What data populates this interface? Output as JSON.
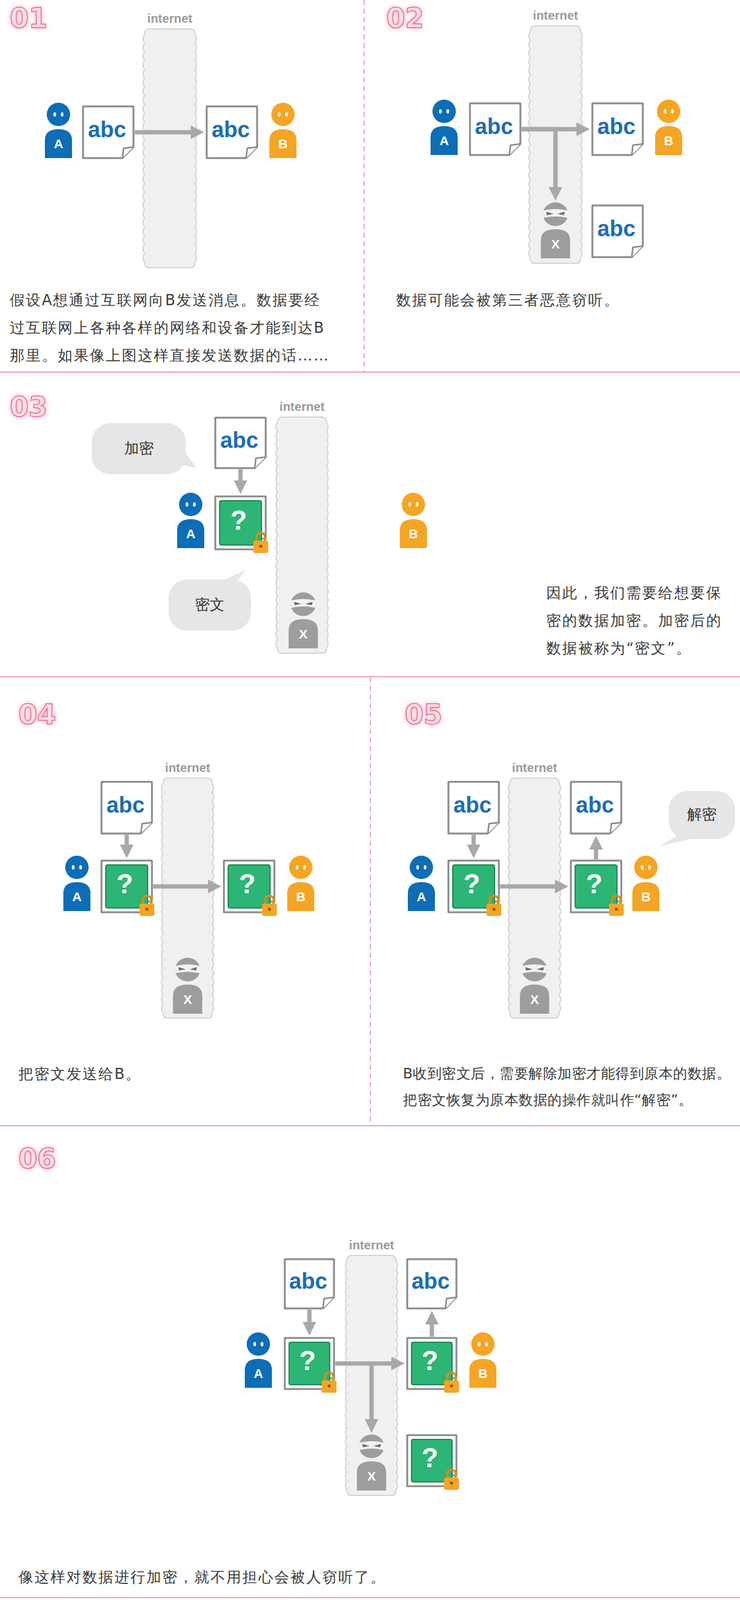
{
  "diagram": {
    "nodes": [
      {
        "text": [
          "internet"
        ]
      },
      {
        "text": [
          "A"
        ]
      },
      {
        "text": [
          "abc"
        ]
      },
      {
        "text": [
          "abc"
        ]
      },
      {
        "text": [
          "B"
        ]
      },
      {
        "text": [
          "internet"
        ]
      },
      {
        "text": [
          "A"
        ]
      },
      {
        "text": [
          "abc"
        ]
      },
      {
        "text": [
          "abc"
        ]
      },
      {
        "text": [
          "B"
        ]
      },
      {
        "text": [
          "X"
        ],
        "in": 5
      },
      {
        "text": [
          "abc"
        ]
      },
      {
        "text": [
          "internet"
        ]
      },
      {
        "text": [
          "加密"
        ]
      },
      {
        "text": [
          "abc"
        ]
      },
      {
        "text": [
          "A"
        ]
      },
      {
        "text": [
          "?"
        ]
      },
      {
        "text": [
          "密文"
        ]
      },
      {
        "text": [
          "X"
        ],
        "in": 12
      },
      {
        "text": [
          "B"
        ]
      },
      {
        "text": [
          "internet"
        ]
      },
      {
        "text": [
          "abc"
        ]
      },
      {
        "text": [
          "A"
        ]
      },
      {
        "text": [
          "?"
        ]
      },
      {
        "text": [
          "?"
        ]
      },
      {
        "text": [
          "B"
        ]
      },
      {
        "text": [
          "X"
        ],
        "in": 20
      },
      {
        "text": [
          "internet"
        ]
      },
      {
        "text": [
          "abc"
        ]
      },
      {
        "text": [
          "abc"
        ]
      },
      {
        "text": [
          "解密"
        ]
      },
      {
        "text": [
          "A"
        ]
      },
      {
        "text": [
          "?"
        ]
      },
      {
        "text": [
          "?"
        ]
      },
      {
        "text": [
          "B"
        ]
      },
      {
        "text": [
          "X"
        ],
        "in": 27
      },
      {
        "text": [
          "internet"
        ]
      },
      {
        "text": [
          "abc"
        ]
      },
      {
        "text": [
          "abc"
        ]
      },
      {
        "text": [
          "A"
        ]
      },
      {
        "text": [
          "?"
        ]
      },
      {
        "text": [
          "?"
        ]
      },
      {
        "text": [
          "B"
        ]
      },
      {
        "text": [
          "X"
        ],
        "in": 36
      },
      {
        "text": [
          "?"
        ]
      }
    ],
    "edges": [
      {
        "from": 2,
        "to": 3,
        "arrow": "to"
      },
      {
        "from": 7,
        "to": 8,
        "arrow": "to"
      },
      {
        "from": 7,
        "to": 10,
        "arrow": "to"
      },
      {
        "from": 14,
        "to": 16,
        "arrow": "to"
      },
      {
        "from": 21,
        "to": 23,
        "arrow": "to"
      },
      {
        "from": 23,
        "to": 24,
        "arrow": "to"
      },
      {
        "from": 28,
        "to": 32,
        "arrow": "to"
      },
      {
        "from": 32,
        "to": 33,
        "arrow": "to"
      },
      {
        "from": 33,
        "to": 29,
        "arrow": "to"
      },
      {
        "from": 37,
        "to": 40,
        "arrow": "to"
      },
      {
        "from": 40,
        "to": 41,
        "arrow": "to"
      },
      {
        "from": 41,
        "to": 38,
        "arrow": "to"
      },
      {
        "from": 40,
        "to": 43,
        "arrow": "to"
      }
    ],
    "labels": [
      "01",
      "假设A想通过互联网向B发送消息。数据要经 过互联网上各种各样的网络和设备才能到达B 那里。如果像上图这样直接发送数据的话……",
      "02",
      "数据可能会被第三者恶意窃听。",
      "03",
      "因此，我们需要给想要保 密的数据加密。加密后的 数据被称为“密文”。",
      "04",
      "把密文发送给B。",
      "05",
      "B收到密文后，需要解除加密才能得到原本的数据。 把密文恢复为原本数据的操作就叫作“解密”。",
      "06",
      "像这样对数据进行加密，就不用担心会被人窃听了。"
    ]
  }
}
